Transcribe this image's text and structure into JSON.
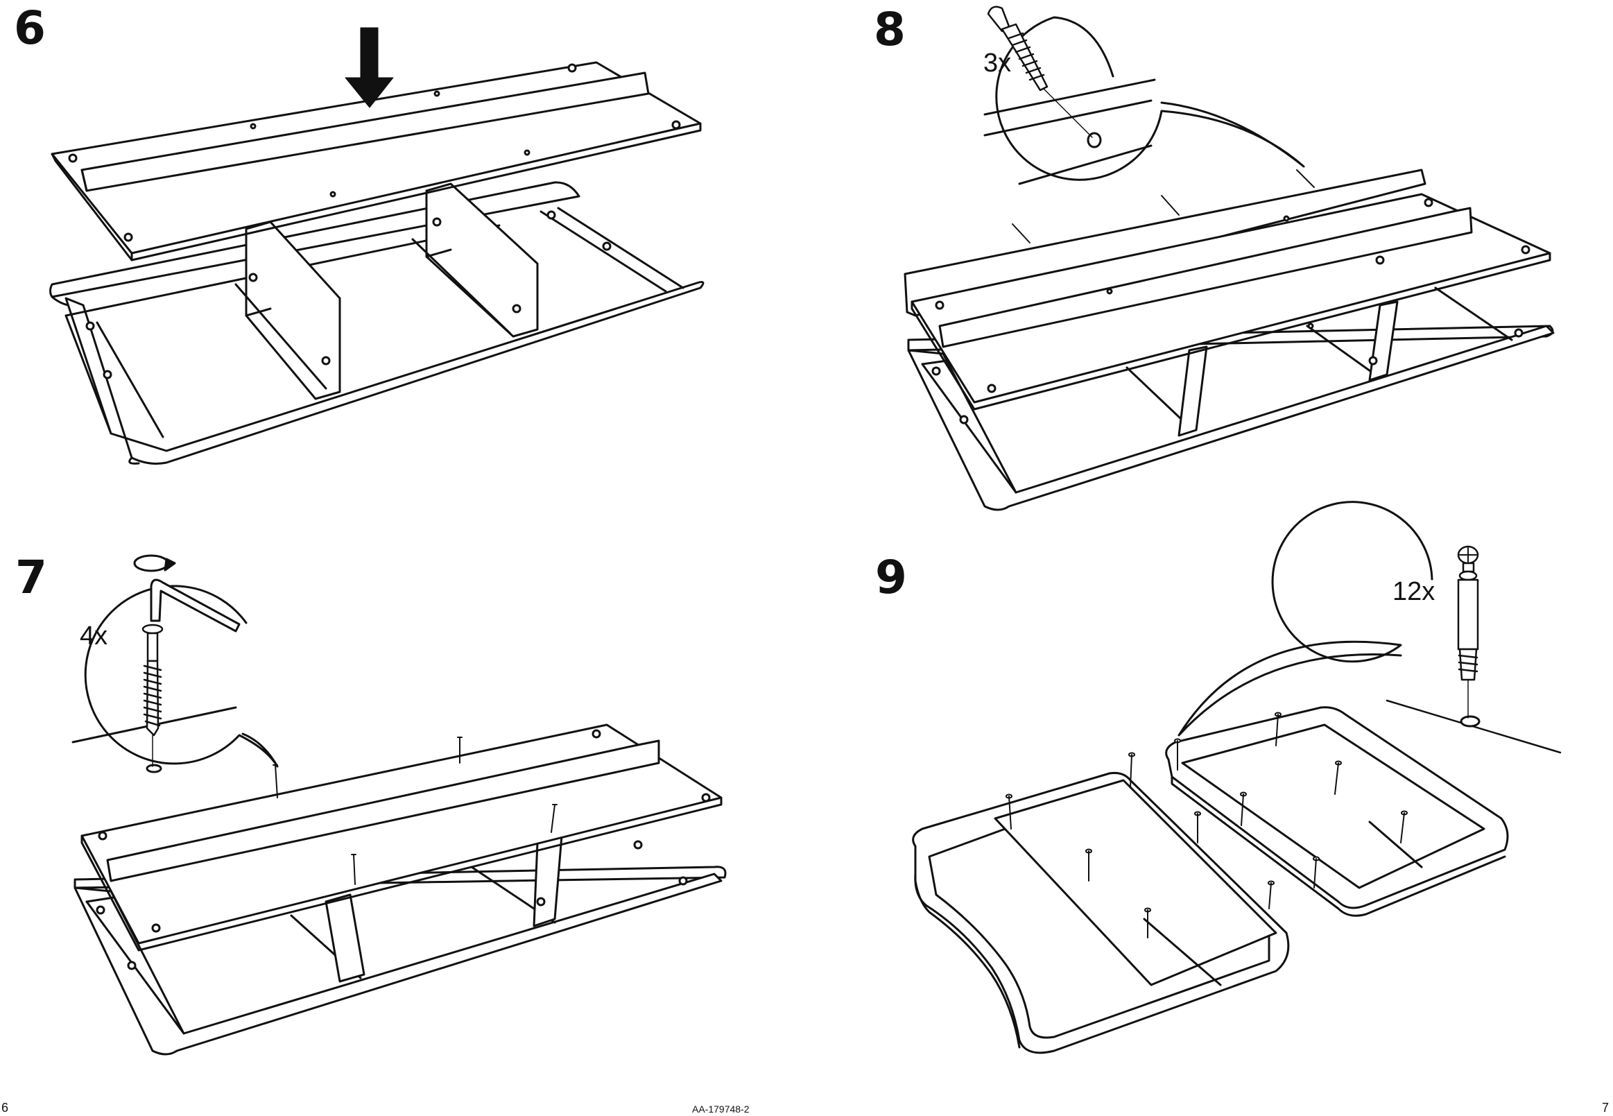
{
  "steps": [
    {
      "number": "6"
    },
    {
      "number": "7",
      "quantity": "4x"
    },
    {
      "number": "8",
      "quantity": "3x"
    },
    {
      "number": "9",
      "quantity": "12x"
    }
  ],
  "footer": {
    "left_page": "6",
    "right_page": "7",
    "document_code": "AA-179748-2"
  },
  "icons": [
    "arrow-down-icon",
    "rotate-icon",
    "allen-key-icon",
    "bolt-icon",
    "dowel-icon",
    "cam-bolt-icon"
  ]
}
